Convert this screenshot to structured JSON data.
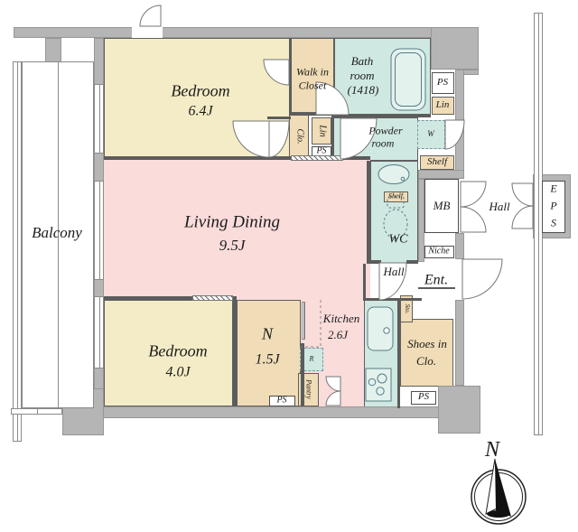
{
  "title": "apartment floor plan",
  "palette": {
    "wall_gray": "#b5b5b5",
    "bedroom_yellow": "#f4ecc6",
    "closet_tan": "#f0dcb6",
    "living_pink": "#fadcdb",
    "wet_teal": "#cfe8e2",
    "fixture_teal_light": "#e4f2ee",
    "line_dark": "#5c5c5c"
  },
  "rooms": {
    "balcony": {
      "name": "Balcony"
    },
    "bedroom_main": {
      "name": "Bedroom",
      "size": "6.4J"
    },
    "living_dining": {
      "name": "Living Dining",
      "size": "9.5J"
    },
    "bedroom_second": {
      "name": "Bedroom",
      "size": "4.0J"
    },
    "storage_room": {
      "name": "N",
      "size": "1.5J"
    },
    "kitchen": {
      "name": "Kitchen",
      "size": "2.6J"
    },
    "walk_in_closet": {
      "line1": "Walk in",
      "line2": "Closet"
    },
    "bathroom": {
      "line1": "Bath",
      "line2": "room",
      "line3": "(1418)"
    },
    "powder_room": {
      "line1": "Powder",
      "line2": "room"
    },
    "wc": {
      "name": "WC"
    },
    "inner_hall": {
      "name": "Hall"
    },
    "entrance": {
      "name": "Ent."
    },
    "shoes_in_closet": {
      "line1": "Shoes in",
      "line2": "Clo."
    },
    "corridor_hall": {
      "name": "Hall"
    }
  },
  "fixtures": {
    "clo": "Clo.",
    "lin_a": "Lin",
    "lin_b": "Lin",
    "ps_a": "PS",
    "ps_b": "PS",
    "ps_c": "PS",
    "ps_d": "PS",
    "shelf_a": "Shelf",
    "shelf_b": "Shelf",
    "washer": "W",
    "refrigerator": "R",
    "storage_box": "Sto.",
    "pantry": "Pantry",
    "meter_box": "MB",
    "niche": "Niche",
    "eps": [
      "E",
      "P",
      "S"
    ]
  },
  "compass": {
    "north": "N"
  }
}
